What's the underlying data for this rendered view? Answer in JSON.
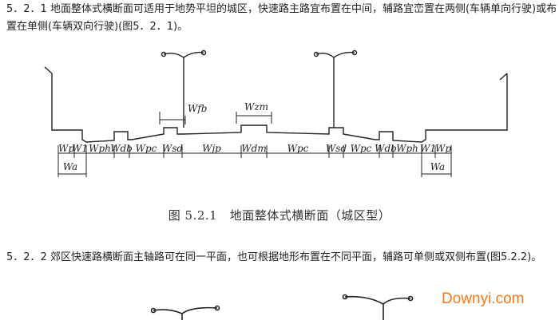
{
  "paragraphs": {
    "p1": "5．2．1 地面整体式横断面可适用于地势平坦的城区，快速路主路宜布置在中间，辅路宜峦置在两侧(车辆单向行驶)或布置在单侧(车辆双向行驶)(图5．2．1)。",
    "p2": "5．2．2 郊区快速路横断面主轴路可在同一平面，也可根据地形布置在不同平面，辅路可单侧或双侧布置(图5.2.2)。"
  },
  "figure": {
    "caption": "图 5.2.1　地面整体式横断面（城区型）",
    "top_labels": {
      "fb": "Wfb",
      "zm": "Wzm"
    },
    "dim_labels": [
      "Wp",
      "W1",
      "Wph",
      "Wdb",
      "Wpc",
      "Wsd",
      "Wjp",
      "Wdm",
      "Wpc",
      "Wsd",
      "Wpc",
      "Wdb",
      "Wph",
      "W1",
      "Wp"
    ],
    "sub_labels": {
      "left": "Wa",
      "right": "Wa"
    }
  },
  "watermark": "Downyi.com"
}
